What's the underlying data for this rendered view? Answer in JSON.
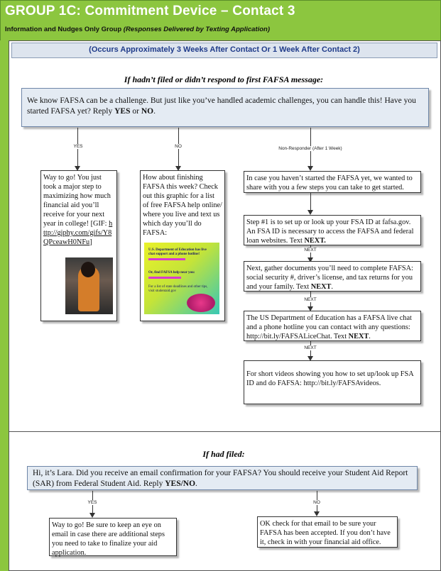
{
  "header": {
    "title": "GROUP 1C: Commitment Device – Contact 3",
    "subtitle_main": "Information and Nudges Only Group ",
    "subtitle_note": "(Responses Delivered by Texting Application)"
  },
  "banner": "(Occurs Approximately 3 Weeks After Contact Or 1 Week After Contact 2)",
  "section1": {
    "heading": "If hadn’t filed or didn’t respond to first FAFSA message:",
    "message": {
      "pre": "We know FAFSA can be a challenge. But just like you’ve handled academic challenges, you can handle this! Have you started FAFSA yet? Reply ",
      "yes": "YES",
      "or": " or ",
      "no": "NO",
      "end": "."
    },
    "label_yes": "YES",
    "label_no": "NO",
    "label_nonresponder": "Non-Responder (After 1 Week)",
    "yes_box": {
      "text": "Way to go! You just took a major step to maximizing how much financial aid you’ll receive for your next year in college! [GIF: ",
      "link": "http://giphy.com/gifs/Y8QPceawH0NFu",
      "end": "]"
    },
    "no_box": "How about finishing FAFSA this week? Check out this graphic for a list of free FAFSA help online/ where you live and text us which day you’ll do FAFSA:",
    "graphic": {
      "line1": "U.S. Department of Education has live chat support and a phone hotline!",
      "line2": "Or, find FAFSA help near you:",
      "line3": "For a list of state deadlines and other tips, visit studentaid.gov"
    },
    "nr_steps": [
      {
        "text": "In case you haven’t started the FAFSA yet, we wanted to share with you a few steps you can take to get started."
      },
      {
        "text": "Step #1 is to set up or look up your FSA ID at fafsa.gov. An FSA ID is necessary to access the FAFSA and federal loan websites. Text ",
        "bold": "NEXT."
      },
      {
        "text": "Next, gather documents you’ll need to complete FAFSA: social security #, driver’s license, and tax returns for you and your family. Text ",
        "bold": "NEXT",
        "end": "."
      },
      {
        "text": "The US Department of Education has a FAFSA live chat and a phone hotline you can contact with any questions: http://bit.ly/FAFSALiceChat. Text ",
        "bold": "NEXT",
        "end": "."
      },
      {
        "text": "For short videos showing you how to set up/look up FSA ID and do FAFSA: http://bit.ly/FAFSAvideos."
      }
    ],
    "label_next": "NEXT"
  },
  "section2": {
    "heading": "If had filed:",
    "message": {
      "pre": "Hi, it’s Lara. Did you receive an email confirmation for your FAFSA? You should receive your Student Aid Report (SAR) from Federal Student Aid.  Reply ",
      "bold": "YES/NO",
      "end": "."
    },
    "label_yes": "YES",
    "label_no": "NO",
    "yes_box": "Way to go! Be sure to keep an eye on email in case there are additional steps you need to take to finalize your aid application.",
    "no_box": "OK check for that email to be sure your FAFSA has been accepted. If you don’t have it, check in with your financial aid office."
  }
}
